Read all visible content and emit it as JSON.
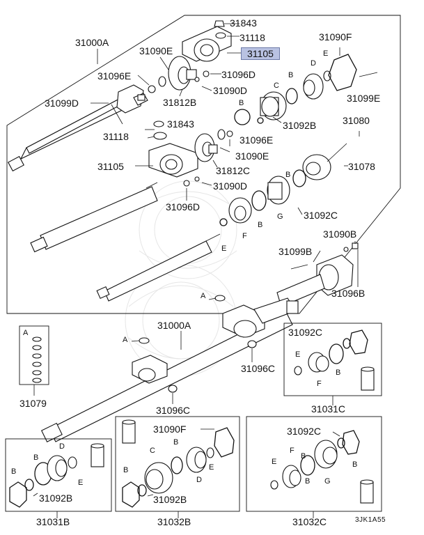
{
  "labels": {
    "p31843_top": "31843",
    "p31118_top": "31118",
    "p31000A_top": "31000A",
    "p31090E_top": "31090E",
    "p31105_top": "31105",
    "p31090F_top": "31090F",
    "e_top": "E",
    "p31096E_top": "31096E",
    "p31096D_top": "31096D",
    "b_top": "B",
    "d_top": "D",
    "p31090D_top": "31090D",
    "c_top": "C",
    "p31099E": "31099E",
    "p31099D": "31099D",
    "p31812B": "31812B",
    "b_mid1": "B",
    "p31843_mid": "31843",
    "p31092B_mid": "31092B",
    "p31080": "31080",
    "p31118_mid": "31118",
    "p31096E_mid": "31096E",
    "p31090E_mid": "31090E",
    "p31105_mid": "31105",
    "p31812C": "31812C",
    "p31078": "31078",
    "p31090D_mid": "31090D",
    "p31096D_mid": "31096D",
    "b_mid2": "B",
    "g_mid": "G",
    "p31092C_mid": "31092C",
    "e_mid": "E",
    "f_mid": "F",
    "b_mid3": "B",
    "p31090B": "31090B",
    "p31099B": "31099B",
    "p31096B": "31096B",
    "a_mid": "A",
    "p31000A_low": "31000A",
    "a_low": "A",
    "p31096C_right": "31096C",
    "p31096C_left": "31096C",
    "p31079": "31079",
    "a_box": "A",
    "p31092C_box": "31092C",
    "e_box": "E",
    "b_box": "B",
    "f_box": "F",
    "p31031C": "31031C",
    "p31090F_box": "31090F",
    "b_box2": "B",
    "c_box2": "C",
    "d_box2": "D",
    "e_box2": "E",
    "b_box2b": "B",
    "p31092B_box2": "31092B",
    "p31032B": "31032B",
    "d_box1": "D",
    "b_box1": "B",
    "e_box1": "E",
    "b_box1b": "B",
    "p31092B_box1": "31092B",
    "p31031B": "31031B",
    "p31092C_box3": "31092C",
    "f_box3": "F",
    "e_box3": "E",
    "b_box3": "B",
    "g_box3": "G",
    "b_box3b": "B",
    "b_box3c": "B",
    "p31032C": "31032C",
    "code": "3JK1A55"
  }
}
